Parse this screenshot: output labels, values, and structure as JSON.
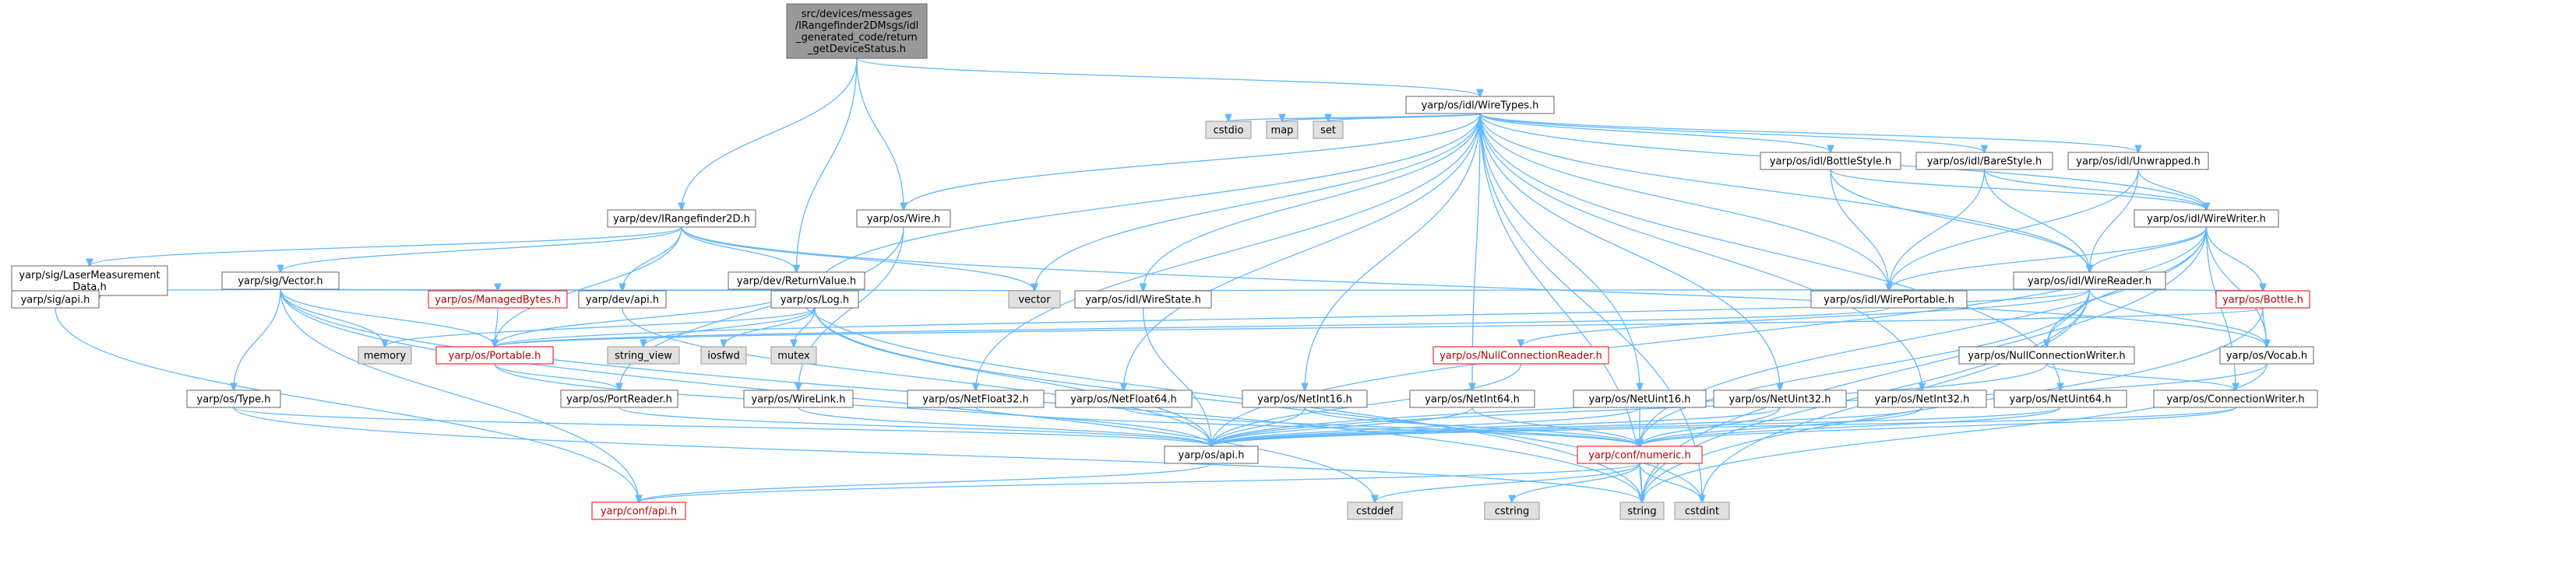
{
  "graph": {
    "nodes": [
      {
        "id": "root",
        "style": "root",
        "lines": [
          "src/devices/messages",
          "/IRangefinder2DMsgs/idl",
          "_generated_code/return",
          "_getDeviceStatus.h"
        ]
      },
      {
        "id": "wiretypes",
        "style": "white",
        "lines": [
          "yarp/os/idl/WireTypes.h"
        ]
      },
      {
        "id": "cstdio",
        "style": "gray",
        "lines": [
          "cstdio"
        ]
      },
      {
        "id": "map",
        "style": "gray",
        "lines": [
          "map"
        ]
      },
      {
        "id": "set",
        "style": "gray",
        "lines": [
          "set"
        ]
      },
      {
        "id": "bottlestyle",
        "style": "white",
        "lines": [
          "yarp/os/idl/BottleStyle.h"
        ]
      },
      {
        "id": "barestyle",
        "style": "white",
        "lines": [
          "yarp/os/idl/BareStyle.h"
        ]
      },
      {
        "id": "unwrapped",
        "style": "white",
        "lines": [
          "yarp/os/idl/Unwrapped.h"
        ]
      },
      {
        "id": "irangefinder",
        "style": "white",
        "lines": [
          "yarp/dev/IRangefinder2D.h"
        ]
      },
      {
        "id": "wire",
        "style": "white",
        "lines": [
          "yarp/os/Wire.h"
        ]
      },
      {
        "id": "wirewriter",
        "style": "white",
        "lines": [
          "yarp/os/idl/WireWriter.h"
        ]
      },
      {
        "id": "lasermeas",
        "style": "white",
        "lines": [
          "yarp/sig/LaserMeasurement",
          "Data.h"
        ]
      },
      {
        "id": "sigvector",
        "style": "white",
        "lines": [
          "yarp/sig/Vector.h"
        ]
      },
      {
        "id": "returnvalue",
        "style": "white",
        "lines": [
          "yarp/dev/ReturnValue.h"
        ]
      },
      {
        "id": "wirereader",
        "style": "white",
        "lines": [
          "yarp/os/idl/WireReader.h"
        ]
      },
      {
        "id": "managedbytes",
        "style": "red",
        "lines": [
          "yarp/os/ManagedBytes.h"
        ]
      },
      {
        "id": "vector",
        "style": "gray",
        "lines": [
          "vector"
        ]
      },
      {
        "id": "devapi",
        "style": "white",
        "lines": [
          "yarp/dev/api.h"
        ]
      },
      {
        "id": "log",
        "style": "white",
        "lines": [
          "yarp/os/Log.h"
        ]
      },
      {
        "id": "wirestate",
        "style": "white",
        "lines": [
          "yarp/os/idl/WireState.h"
        ]
      },
      {
        "id": "wireportable",
        "style": "white",
        "lines": [
          "yarp/os/idl/WirePortable.h"
        ]
      },
      {
        "id": "bottle",
        "style": "red",
        "lines": [
          "yarp/os/Bottle.h"
        ]
      },
      {
        "id": "sigapi",
        "style": "white",
        "lines": [
          "yarp/sig/api.h"
        ]
      },
      {
        "id": "memory",
        "style": "gray",
        "lines": [
          "memory"
        ]
      },
      {
        "id": "portable",
        "style": "red",
        "lines": [
          "yarp/os/Portable.h"
        ]
      },
      {
        "id": "string_view",
        "style": "gray",
        "lines": [
          "string_view"
        ]
      },
      {
        "id": "iosfwd",
        "style": "gray",
        "lines": [
          "iosfwd"
        ]
      },
      {
        "id": "mutex",
        "style": "gray",
        "lines": [
          "mutex"
        ]
      },
      {
        "id": "nullconnreader",
        "style": "red",
        "lines": [
          "yarp/os/NullConnectionReader.h"
        ]
      },
      {
        "id": "vocab",
        "style": "white",
        "lines": [
          "yarp/os/Vocab.h"
        ]
      },
      {
        "id": "nullconnwriter",
        "style": "white",
        "lines": [
          "yarp/os/NullConnectionWriter.h"
        ]
      },
      {
        "id": "type",
        "style": "white",
        "lines": [
          "yarp/os/Type.h"
        ]
      },
      {
        "id": "portreader",
        "style": "white",
        "lines": [
          "yarp/os/PortReader.h"
        ]
      },
      {
        "id": "wirelink",
        "style": "white",
        "lines": [
          "yarp/os/WireLink.h"
        ]
      },
      {
        "id": "netfloat32",
        "style": "white",
        "lines": [
          "yarp/os/NetFloat32.h"
        ]
      },
      {
        "id": "netfloat64",
        "style": "white",
        "lines": [
          "yarp/os/NetFloat64.h"
        ]
      },
      {
        "id": "netint16",
        "style": "white",
        "lines": [
          "yarp/os/NetInt16.h"
        ]
      },
      {
        "id": "netint64",
        "style": "white",
        "lines": [
          "yarp/os/NetInt64.h"
        ]
      },
      {
        "id": "netuint16",
        "style": "white",
        "lines": [
          "yarp/os/NetUint16.h"
        ]
      },
      {
        "id": "netuint32",
        "style": "white",
        "lines": [
          "yarp/os/NetUint32.h"
        ]
      },
      {
        "id": "netint32",
        "style": "white",
        "lines": [
          "yarp/os/NetInt32.h"
        ]
      },
      {
        "id": "netuint64",
        "style": "white",
        "lines": [
          "yarp/os/NetUint64.h"
        ]
      },
      {
        "id": "connwriter",
        "style": "white",
        "lines": [
          "yarp/os/ConnectionWriter.h"
        ]
      },
      {
        "id": "osapi",
        "style": "white",
        "lines": [
          "yarp/os/api.h"
        ]
      },
      {
        "id": "numeric",
        "style": "red",
        "lines": [
          "yarp/conf/numeric.h"
        ]
      },
      {
        "id": "confapi",
        "style": "red",
        "lines": [
          "yarp/conf/api.h"
        ]
      },
      {
        "id": "cstddef",
        "style": "gray",
        "lines": [
          "cstddef"
        ]
      },
      {
        "id": "cstring",
        "style": "gray",
        "lines": [
          "cstring"
        ]
      },
      {
        "id": "string",
        "style": "gray",
        "lines": [
          "string"
        ]
      },
      {
        "id": "cstdint",
        "style": "gray",
        "lines": [
          "cstdint"
        ]
      }
    ],
    "edges": [
      [
        "root",
        "wiretypes"
      ],
      [
        "root",
        "irangefinder"
      ],
      [
        "root",
        "wire"
      ],
      [
        "root",
        "returnvalue"
      ],
      [
        "wiretypes",
        "cstdio"
      ],
      [
        "wiretypes",
        "map"
      ],
      [
        "wiretypes",
        "set"
      ],
      [
        "wiretypes",
        "bottlestyle"
      ],
      [
        "wiretypes",
        "barestyle"
      ],
      [
        "wiretypes",
        "unwrapped"
      ],
      [
        "wiretypes",
        "wirewriter"
      ],
      [
        "wiretypes",
        "wirereader"
      ],
      [
        "wiretypes",
        "wirestate"
      ],
      [
        "wiretypes",
        "wireportable"
      ],
      [
        "wiretypes",
        "vector"
      ],
      [
        "wiretypes",
        "wire"
      ],
      [
        "wiretypes",
        "log"
      ],
      [
        "wiretypes",
        "netfloat32"
      ],
      [
        "wiretypes",
        "netfloat64"
      ],
      [
        "wiretypes",
        "netint16"
      ],
      [
        "wiretypes",
        "netint64"
      ],
      [
        "wiretypes",
        "netuint16"
      ],
      [
        "wiretypes",
        "netuint32"
      ],
      [
        "wiretypes",
        "netint32"
      ],
      [
        "wiretypes",
        "netuint64"
      ],
      [
        "wiretypes",
        "string"
      ],
      [
        "wiretypes",
        "cstdint"
      ],
      [
        "bottlestyle",
        "wirewriter"
      ],
      [
        "bottlestyle",
        "wirereader"
      ],
      [
        "bottlestyle",
        "wireportable"
      ],
      [
        "barestyle",
        "wirewriter"
      ],
      [
        "barestyle",
        "wirereader"
      ],
      [
        "barestyle",
        "wireportable"
      ],
      [
        "unwrapped",
        "wirewriter"
      ],
      [
        "unwrapped",
        "wirereader"
      ],
      [
        "unwrapped",
        "wireportable"
      ],
      [
        "wirewriter",
        "wirereader"
      ],
      [
        "wirewriter",
        "wireportable"
      ],
      [
        "wirewriter",
        "bottle"
      ],
      [
        "wirewriter",
        "vocab"
      ],
      [
        "wirewriter",
        "connwriter"
      ],
      [
        "wirewriter",
        "nullconnwriter"
      ],
      [
        "wirewriter",
        "numeric"
      ],
      [
        "wirewriter",
        "osapi"
      ],
      [
        "wirewriter",
        "string"
      ],
      [
        "wirereader",
        "wirestate"
      ],
      [
        "wirereader",
        "wireportable"
      ],
      [
        "wirereader",
        "bottle"
      ],
      [
        "wirereader",
        "vocab"
      ],
      [
        "wirereader",
        "nullconnreader"
      ],
      [
        "wirereader",
        "nullconnwriter"
      ],
      [
        "wirereader",
        "numeric"
      ],
      [
        "wirereader",
        "string"
      ],
      [
        "wirereader",
        "cstdint"
      ],
      [
        "wirereader",
        "portable"
      ],
      [
        "irangefinder",
        "lasermeas"
      ],
      [
        "irangefinder",
        "sigvector"
      ],
      [
        "irangefinder",
        "returnvalue"
      ],
      [
        "irangefinder",
        "vector"
      ],
      [
        "irangefinder",
        "devapi"
      ],
      [
        "irangefinder",
        "vocab"
      ],
      [
        "irangefinder",
        "portable"
      ],
      [
        "wire",
        "portreader"
      ],
      [
        "wire",
        "wirelink"
      ],
      [
        "lasermeas",
        "sigapi"
      ],
      [
        "sigvector",
        "sigapi"
      ],
      [
        "sigvector",
        "managedbytes"
      ],
      [
        "sigvector",
        "vector"
      ],
      [
        "sigvector",
        "memory"
      ],
      [
        "sigvector",
        "portable"
      ],
      [
        "sigvector",
        "type"
      ],
      [
        "sigvector",
        "log"
      ],
      [
        "sigvector",
        "string"
      ],
      [
        "sigvector",
        "cstddef"
      ],
      [
        "sigvector",
        "confapi"
      ],
      [
        "returnvalue",
        "devapi"
      ],
      [
        "returnvalue",
        "log"
      ],
      [
        "returnvalue",
        "portable"
      ],
      [
        "returnvalue",
        "string"
      ],
      [
        "managedbytes",
        "portable"
      ],
      [
        "devapi",
        "osapi"
      ],
      [
        "log",
        "memory"
      ],
      [
        "log",
        "string_view"
      ],
      [
        "log",
        "iosfwd"
      ],
      [
        "log",
        "mutex"
      ],
      [
        "log",
        "osapi"
      ],
      [
        "log",
        "cstdint"
      ],
      [
        "wirestate",
        "osapi"
      ],
      [
        "wireportable",
        "portable"
      ],
      [
        "bottle",
        "portable"
      ],
      [
        "bottle",
        "vocab"
      ],
      [
        "bottle",
        "string"
      ],
      [
        "sigapi",
        "confapi"
      ],
      [
        "portable",
        "portreader"
      ],
      [
        "portable",
        "osapi"
      ],
      [
        "nullconnreader",
        "osapi"
      ],
      [
        "vocab",
        "osapi"
      ],
      [
        "vocab",
        "string"
      ],
      [
        "nullconnwriter",
        "connwriter"
      ],
      [
        "nullconnwriter",
        "osapi"
      ],
      [
        "type",
        "osapi"
      ],
      [
        "type",
        "string"
      ],
      [
        "portreader",
        "osapi"
      ],
      [
        "wirelink",
        "osapi"
      ],
      [
        "netfloat32",
        "numeric"
      ],
      [
        "netfloat64",
        "numeric"
      ],
      [
        "netint16",
        "osapi"
      ],
      [
        "netint16",
        "numeric"
      ],
      [
        "netint64",
        "osapi"
      ],
      [
        "netint64",
        "numeric"
      ],
      [
        "netuint16",
        "osapi"
      ],
      [
        "netuint16",
        "numeric"
      ],
      [
        "netuint32",
        "osapi"
      ],
      [
        "netuint32",
        "numeric"
      ],
      [
        "netint32",
        "osapi"
      ],
      [
        "netint32",
        "numeric"
      ],
      [
        "netuint64",
        "osapi"
      ],
      [
        "netuint64",
        "numeric"
      ],
      [
        "connwriter",
        "osapi"
      ],
      [
        "connwriter",
        "numeric"
      ],
      [
        "osapi",
        "confapi"
      ],
      [
        "numeric",
        "cstddef"
      ],
      [
        "numeric",
        "cstring"
      ],
      [
        "numeric",
        "string"
      ],
      [
        "numeric",
        "cstdint"
      ],
      [
        "numeric",
        "confapi"
      ]
    ]
  }
}
